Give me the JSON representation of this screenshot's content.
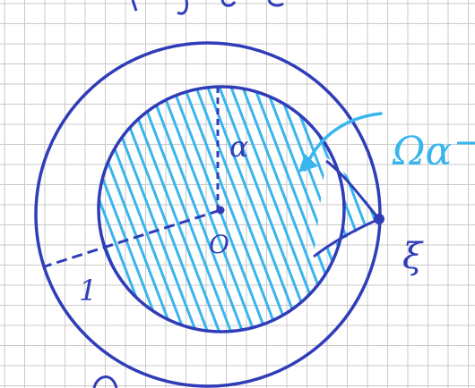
{
  "labels": {
    "alpha": "α",
    "origin": "O",
    "one": "1",
    "xi": "ξ",
    "omega_alpha": "Ωα"
  },
  "colors": {
    "ink": "#2f3db8",
    "hatch": "#39b5ee",
    "grid": "#c9c9c9",
    "paper": "#ffffff"
  }
}
